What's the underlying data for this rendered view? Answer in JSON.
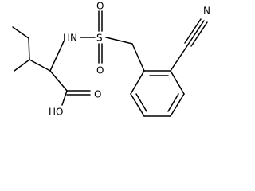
{
  "labels": {
    "nitrile_n": "N",
    "amine_nh": "HN",
    "sulfur": "S",
    "oxygen_top": "O",
    "oxygen_bottom": "O",
    "carbonyl_o": "O",
    "hydroxyl_oh": "HO"
  }
}
